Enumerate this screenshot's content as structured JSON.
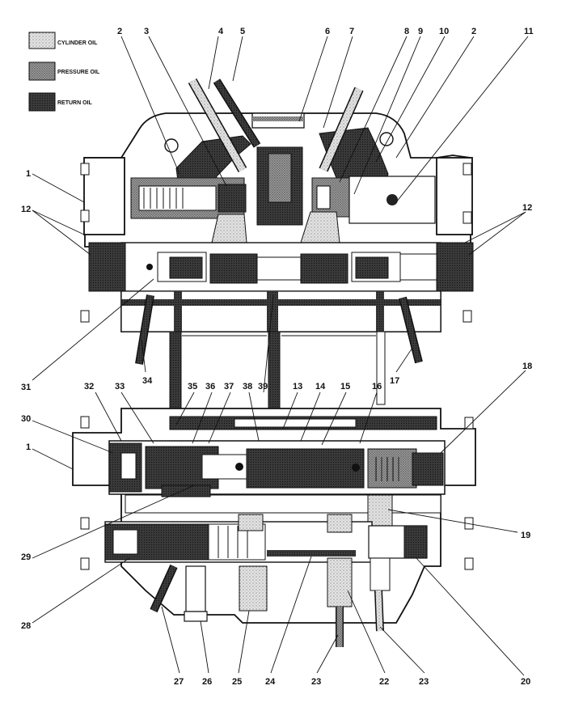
{
  "legend": [
    {
      "label": "CYLINDER OIL",
      "pattern": "light"
    },
    {
      "label": "PRESSURE OIL",
      "pattern": "medium"
    },
    {
      "label": "RETURN OIL",
      "pattern": "dark"
    }
  ],
  "callouts": {
    "top": [
      "2",
      "3",
      "4",
      "5",
      "6",
      "7",
      "8",
      "9",
      "10",
      "2",
      "11"
    ],
    "left": [
      "1",
      "12",
      "31",
      "32",
      "33",
      "30",
      "1",
      "29",
      "28"
    ],
    "right": [
      "12",
      "18",
      "19",
      "20"
    ],
    "middle_upper": [
      "34",
      "17"
    ],
    "middle_row": [
      "35",
      "36",
      "37",
      "38",
      "39",
      "13",
      "14",
      "15",
      "16"
    ],
    "bottom": [
      "27",
      "26",
      "25",
      "24",
      "23",
      "22",
      "23"
    ]
  },
  "colors": {
    "line": "#111111",
    "cylinder_oil": "#d4d4d4",
    "pressure_oil": "#8a8a8a",
    "return_oil": "#3a3a3a"
  }
}
